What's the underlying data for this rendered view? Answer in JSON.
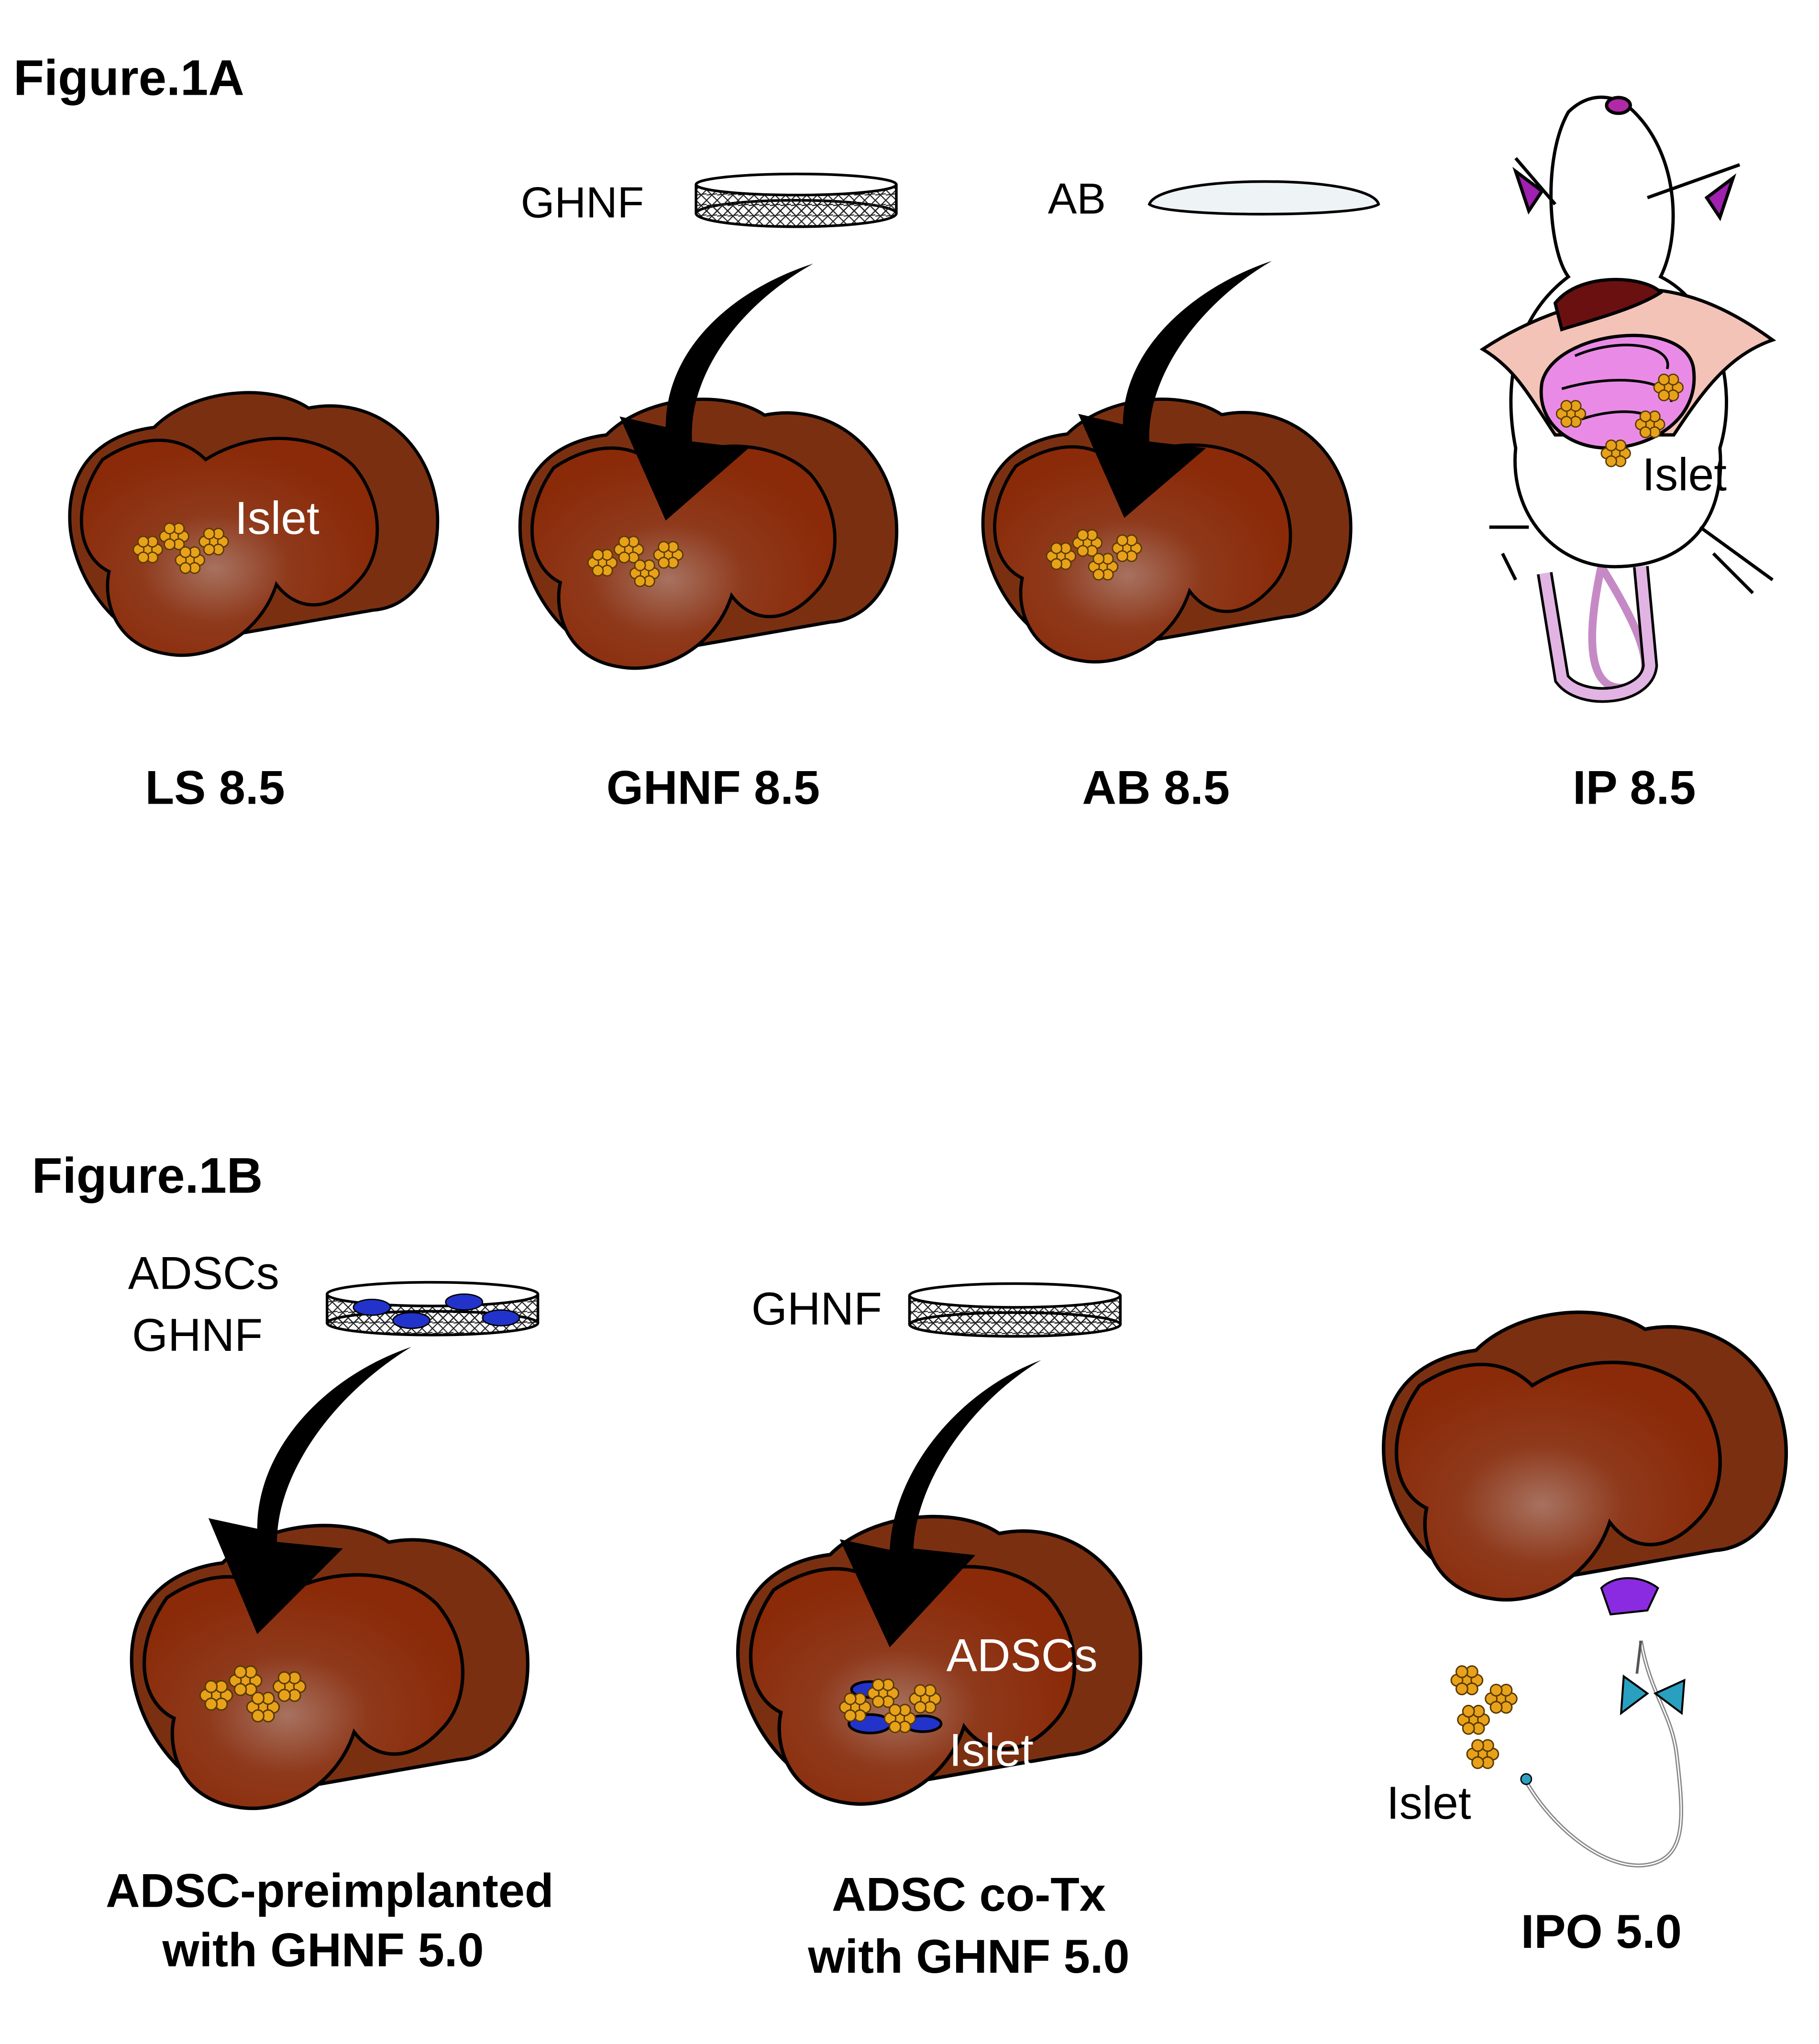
{
  "figure_a": {
    "title": "Figure.1A",
    "material_labels": {
      "ghnf": "GHNF",
      "ab": "AB"
    },
    "islet_label": "Islet",
    "mouse_islet_label": "Islet",
    "captions": [
      "LS 8.5",
      "GHNF 8.5",
      "AB 8.5",
      "IP 8.5"
    ]
  },
  "figure_b": {
    "title": "Figure.1B",
    "adsc_ghnf_label_1": "ADSCs",
    "adsc_ghnf_label_2": "GHNF",
    "ghnf_label": "GHNF",
    "adscs_label": "ADSCs",
    "islet_label": "Islet",
    "ipo_islet_label": "Islet",
    "captions": [
      {
        "line1": "ADSC-preimplanted",
        "line2": "with GHNF 5.0"
      },
      {
        "line1": "ADSC co-Tx",
        "line2": "with GHNF 5.0"
      },
      {
        "line1": "IPO 5.0"
      }
    ]
  },
  "colors": {
    "liver_back": "#7a3010",
    "liver_front": "#8a2a08",
    "islet": "#e8a21a",
    "mouse_organ": "#e98be6",
    "adsc": "#2233cc",
    "catheter": "#2aa0c0"
  }
}
